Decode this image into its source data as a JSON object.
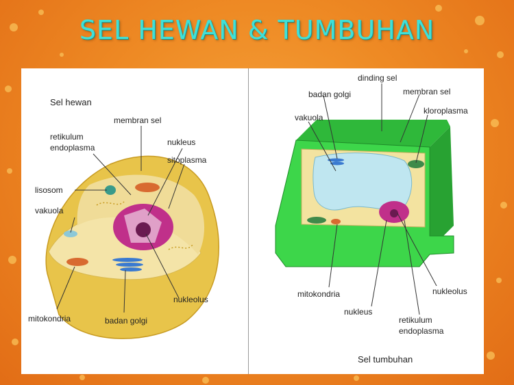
{
  "title": "SEL HEWAN & TUMBUHAN",
  "animal_cell": {
    "heading": "Sel hewan",
    "labels": {
      "membran_sel": "membran sel",
      "retikulum_line1": "retikulum",
      "retikulum_line2": "endoplasma",
      "nukleus": "nukleus",
      "sitoplasma": "sitoplasma",
      "lisosom": "lisosom",
      "vakuola": "vakuola",
      "mitokondria": "mitokondria",
      "badan_golgi": "badan golgi",
      "nukleolus": "nukleolus"
    }
  },
  "plant_cell": {
    "caption": "Sel tumbuhan",
    "labels": {
      "dinding_sel": "dinding sel",
      "badan_golgi": "badan golgi",
      "membran_sel": "membran sel",
      "vakuola": "vakuola",
      "kloroplasma": "kloroplasma",
      "mitokondria": "mitokondria",
      "nukleolus": "nukleolus",
      "nukleus": "nukleus",
      "retikulum_line1": "retikulum",
      "retikulum_line2": "endoplasma"
    }
  },
  "colors": {
    "background": "#ee8a24",
    "title": "#3fe0d8",
    "cell_wall": "#3dd64a",
    "cytoplasm": "#f3e3a0",
    "nucleus": "#c0308a",
    "vacuole": "#bfe6f0"
  }
}
